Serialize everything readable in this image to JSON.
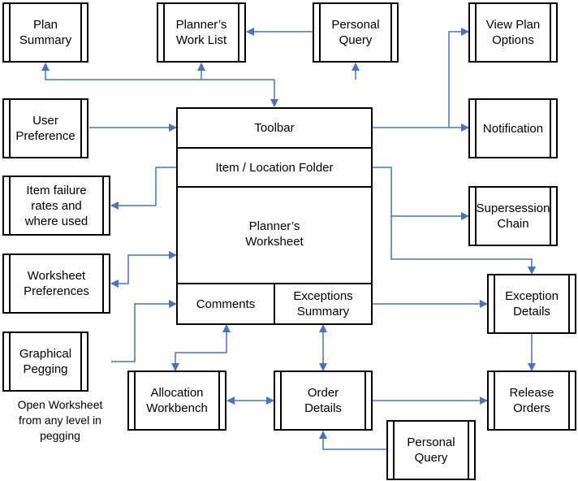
{
  "diagram": {
    "colors": {
      "connector": "#4a72b8",
      "border": "#000000"
    },
    "nodes": {
      "plan_summary": "Plan\nSummary",
      "planners_work_list": "Planner’s\nWork List",
      "personal_query_top": "Personal\nQuery",
      "view_plan_options": "View Plan\nOptions",
      "user_preference": "User\nPreference",
      "notification": "Notification",
      "item_failure_rates": "Item failure\nrates and\nwhere used",
      "supersession_chain": "Supersession\nChain",
      "worksheet_preferences": "Worksheet\nPreferences",
      "exception_details": "Exception\nDetails",
      "graphical_pegging": "Graphical\nPegging",
      "allocation_workbench": "Allocation\nWorkbench",
      "order_details": "Order\nDetails",
      "release_orders": "Release\nOrders",
      "personal_query_bottom": "Personal\nQuery"
    },
    "main_panel": {
      "toolbar": "Toolbar",
      "item_location_folder": "Item / Location Folder",
      "planners_worksheet": "Planner’s\nWorksheet",
      "comments": "Comments",
      "exceptions_summary": "Exceptions\nSummary"
    },
    "note": "Open Worksheet\nfrom any level in\npegging"
  }
}
